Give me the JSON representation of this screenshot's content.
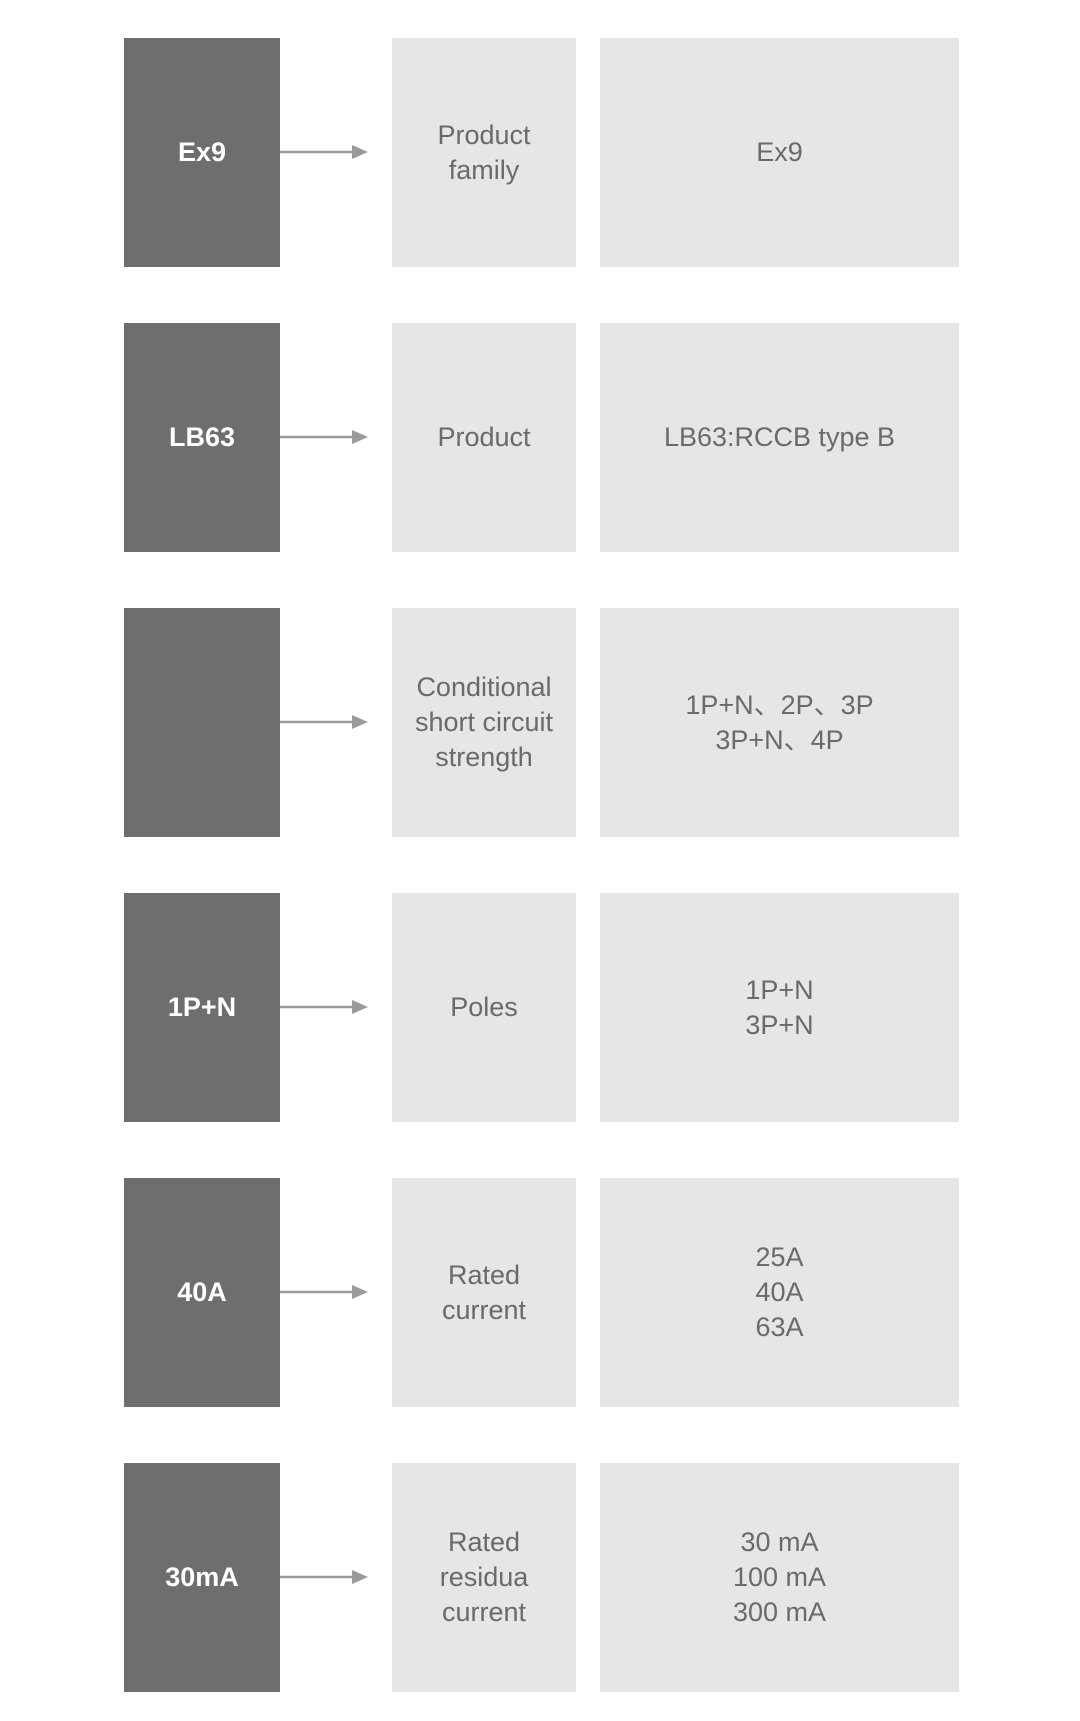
{
  "rows": [
    {
      "code": "Ex9",
      "label": "Product\nfamily",
      "value": "Ex9"
    },
    {
      "code": "LB63",
      "label": "Product",
      "value": "LB63:RCCB type B"
    },
    {
      "code": "",
      "label": "Conditional\nshort circuit\nstrength",
      "value": "1P+N、2P、3P\n3P+N、4P"
    },
    {
      "code": "1P+N",
      "label": "Poles",
      "value": "1P+N\n3P+N"
    },
    {
      "code": "40A",
      "label": "Rated\ncurrent",
      "value": "25A\n40A\n63A"
    },
    {
      "code": "30mA",
      "label": "Rated\nresidua\ncurrent",
      "value": "30 mA\n100 mA\n300 mA"
    }
  ],
  "colors": {
    "code_box": "#6e6e6e",
    "label_box": "#e6e6e7",
    "text": "#6a6a6a",
    "arrow": "#9a9a9a"
  }
}
